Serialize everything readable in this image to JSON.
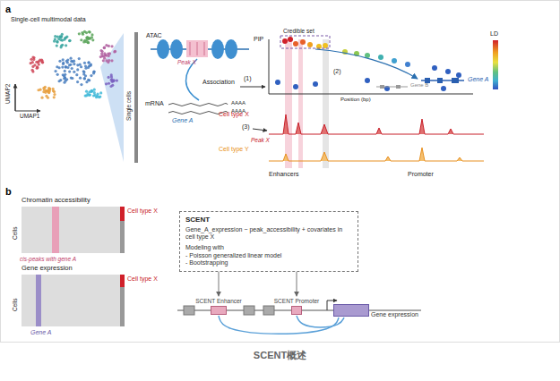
{
  "diagram": {
    "caption": "SCENT概述",
    "nodes": [
      {
        "text": [
          "SCENT",
          "Gene_A_expression ~ peak_accessibility + covariates in cell type X",
          "Modeling with",
          "- Poisson generalized linear model",
          "- Bootstrapping"
        ]
      },
      {
        "text": [
          "SCENT Enhancer"
        ]
      },
      {
        "text": [
          "SCENT Promoter"
        ]
      },
      {
        "text": [
          "Gene expression"
        ]
      }
    ],
    "edges": [
      {
        "from": 0,
        "to": 1,
        "arrow": "to"
      },
      {
        "from": 0,
        "to": 2,
        "arrow": "to"
      },
      {
        "from": 1,
        "to": 3,
        "arrow": "none"
      },
      {
        "from": 2,
        "to": 3,
        "arrow": "none"
      }
    ],
    "labels": [
      "a",
      "Single-cell multimodal data",
      "UMAP2",
      "UMAP1",
      "Single cells",
      "ATAC",
      "Peak X",
      "mRNA",
      "AAAA",
      "AAAA",
      "Gene A",
      "Association",
      "PIP",
      "Credible set",
      "LD",
      "Position (bp)",
      "Gene A",
      "Gene B",
      "(1)",
      "(2)",
      "(3)",
      "Cell type X",
      "Cell type Y",
      "Peak X",
      "Enhancers",
      "Promoter",
      "b",
      "Chromatin accessibility",
      "Cell type X",
      "Cells",
      "cis-peaks with gene A",
      "Gene expression",
      "Cells",
      "Gene A",
      "Cell type X"
    ]
  }
}
